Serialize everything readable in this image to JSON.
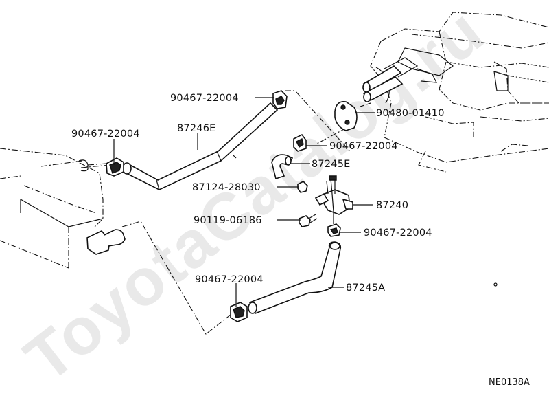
{
  "diagram": {
    "watermark": "ToyotaCatalog.ru",
    "figure_code": "NE0138A",
    "callouts": [
      {
        "id": "clamp-upper",
        "text": "90467-22004"
      },
      {
        "id": "clamp-left",
        "text": "90467-22004"
      },
      {
        "id": "hose-87246e",
        "text": "87246E"
      },
      {
        "id": "gasket",
        "text": "90480-01410"
      },
      {
        "id": "clamp-mid",
        "text": "90467-22004"
      },
      {
        "id": "hose-87245e",
        "text": "87245E"
      },
      {
        "id": "bracket-bolt",
        "text": "87124-28030"
      },
      {
        "id": "valve",
        "text": "87240"
      },
      {
        "id": "bolt",
        "text": "90119-06186"
      },
      {
        "id": "clamp-valve",
        "text": "90467-22004"
      },
      {
        "id": "clamp-lower",
        "text": "90467-22004"
      },
      {
        "id": "hose-87245a",
        "text": "87245A"
      }
    ]
  }
}
